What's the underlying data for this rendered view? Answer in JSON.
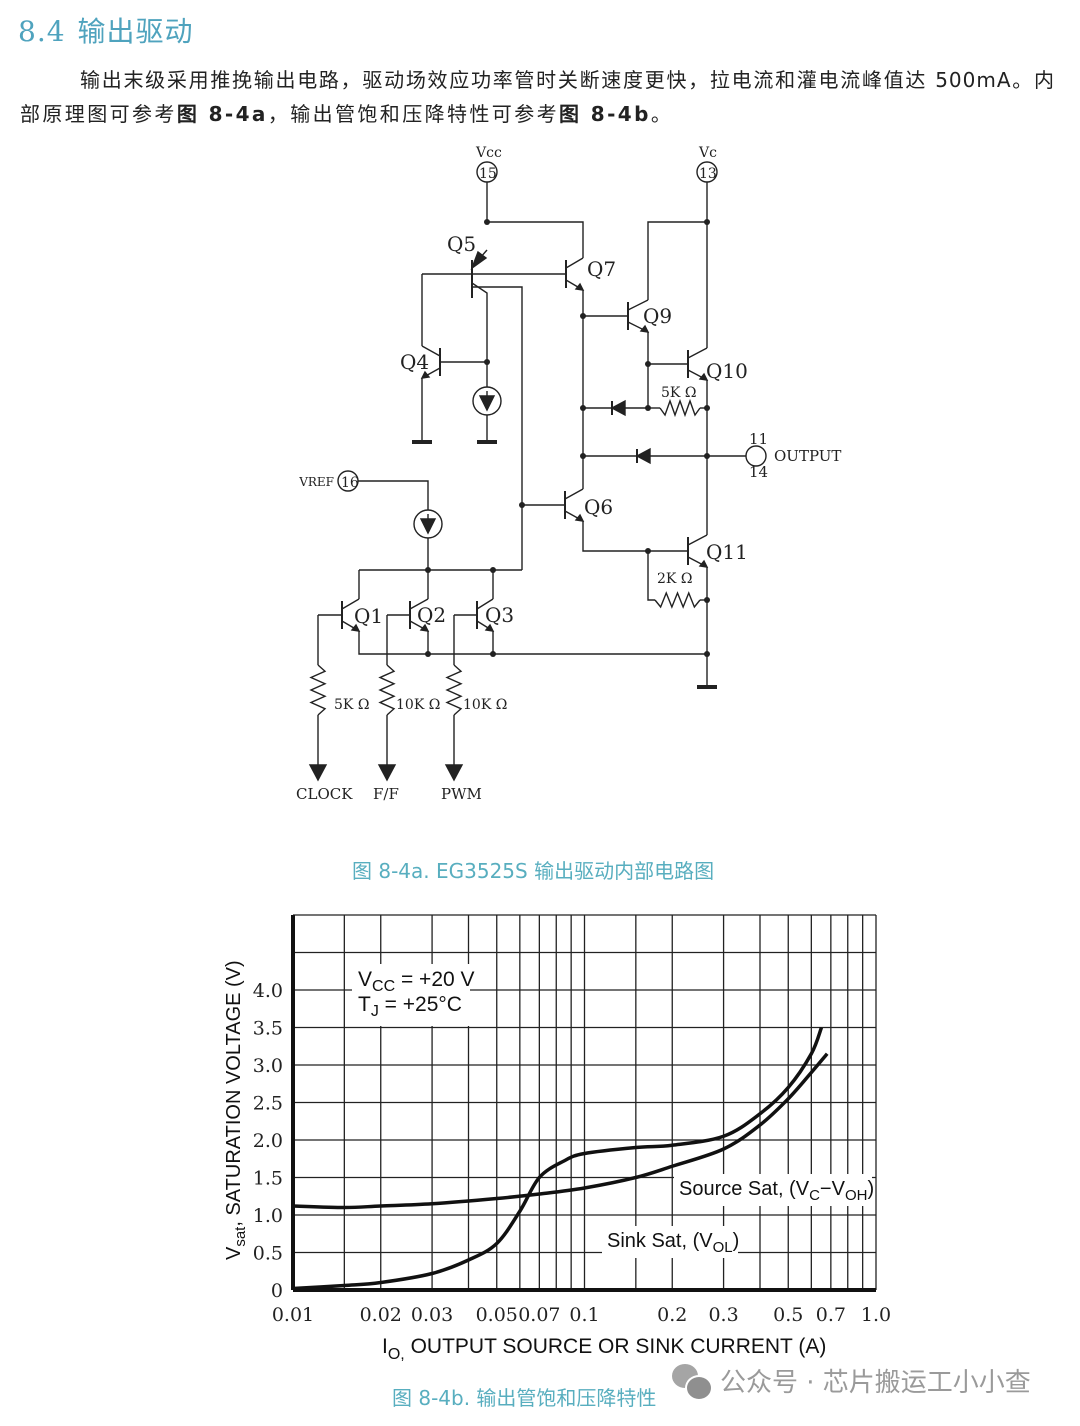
{
  "heading": {
    "number": "8.4",
    "title": "输出驱动"
  },
  "paragraph": {
    "line1": "输出末级采用推挽输出电路，驱动场效应功率管时关断速度更快，拉电流和灌电流峰值达 500mA。内",
    "line2_a": "部原理图可参考",
    "line2_ref1": "图 8-4a",
    "line2_b": "，输出管饱和压降特性可参考",
    "line2_ref2": "图 8-4b",
    "line2_c": "。"
  },
  "circuit": {
    "vcc_label": "Vcc",
    "vcc_pin": "15",
    "vc_label": "Vc",
    "vc_pin": "13",
    "vref_label": "VREF",
    "vref_pin": "16",
    "output_label": "OUTPUT",
    "output_pin_top": "11",
    "output_pin_bottom": "14",
    "transistors": {
      "q1": "Q1",
      "q2": "Q2",
      "q3": "Q3",
      "q4": "Q4",
      "q5": "Q5",
      "q6": "Q6",
      "q7": "Q7",
      "q9": "Q9",
      "q10": "Q10",
      "q11": "Q11"
    },
    "resistors": {
      "r_q10": "5K Ω",
      "r_q11": "2K Ω",
      "r_clock": "5K Ω",
      "r_ff": "10K Ω",
      "r_pwm": "10K Ω"
    },
    "inputs": {
      "clock": "CLOCK",
      "ff": "F/F",
      "pwm": "PWM"
    }
  },
  "caption_a": "图 8-4a. EG3525S 输出驱动内部电路图",
  "chart_data": {
    "type": "line",
    "xlabel": {
      "main": "I",
      "sub": "O,",
      "rest": " OUTPUT SOURCE OR SINK CURRENT (A)"
    },
    "ylabel": {
      "main": "V",
      "sub": "sat",
      "rest": ", SATURATION VOLTAGE (V)"
    },
    "x_scale": "log",
    "xlim": [
      0.01,
      1.0
    ],
    "ylim": [
      0,
      5.0
    ],
    "grid": true,
    "x_ticks": [
      "0.01",
      "0.02",
      "0.03",
      "0.05",
      "0.07",
      "0.1",
      "0.2",
      "0.3",
      "0.5",
      "0.7",
      "1.0"
    ],
    "y_ticks": [
      "0",
      "0.5",
      "1.0",
      "1.5",
      "2.0",
      "2.5",
      "3.0",
      "3.5",
      "4.0"
    ],
    "annotation": {
      "vcc": {
        "main": "V",
        "sub": "CC",
        "rest": " = +20 V"
      },
      "tj": {
        "main": "T",
        "sub": "J",
        "rest": " = +25°C"
      }
    },
    "series": [
      {
        "name": "Source Sat, (VC−VOH)",
        "label": {
          "a": "Source Sat, (V",
          "s1": "C",
          "b": "−V",
          "s2": "OH",
          "c": ")"
        },
        "x": [
          0.01,
          0.015,
          0.02,
          0.03,
          0.05,
          0.07,
          0.1,
          0.15,
          0.2,
          0.3,
          0.4,
          0.5,
          0.6,
          0.68
        ],
        "y": [
          1.12,
          1.1,
          1.12,
          1.15,
          1.22,
          1.28,
          1.36,
          1.5,
          1.65,
          1.88,
          2.2,
          2.55,
          2.9,
          3.15
        ]
      },
      {
        "name": "Sink Sat, (VOL)",
        "label": {
          "a": "Sink Sat, (V",
          "s1": "OL",
          "b": ")"
        },
        "x": [
          0.01,
          0.015,
          0.02,
          0.03,
          0.04,
          0.05,
          0.06,
          0.07,
          0.085,
          0.1,
          0.15,
          0.2,
          0.3,
          0.4,
          0.5,
          0.6,
          0.65
        ],
        "y": [
          0.02,
          0.06,
          0.1,
          0.22,
          0.4,
          0.62,
          1.05,
          1.5,
          1.72,
          1.82,
          1.9,
          1.93,
          2.05,
          2.35,
          2.7,
          3.15,
          3.5
        ]
      }
    ]
  },
  "caption_b": "图 8-4b. 输出管饱和压降特性",
  "watermark": {
    "icon": "wechat-icon",
    "text": "公众号 · 芯片搬运工小小查"
  }
}
